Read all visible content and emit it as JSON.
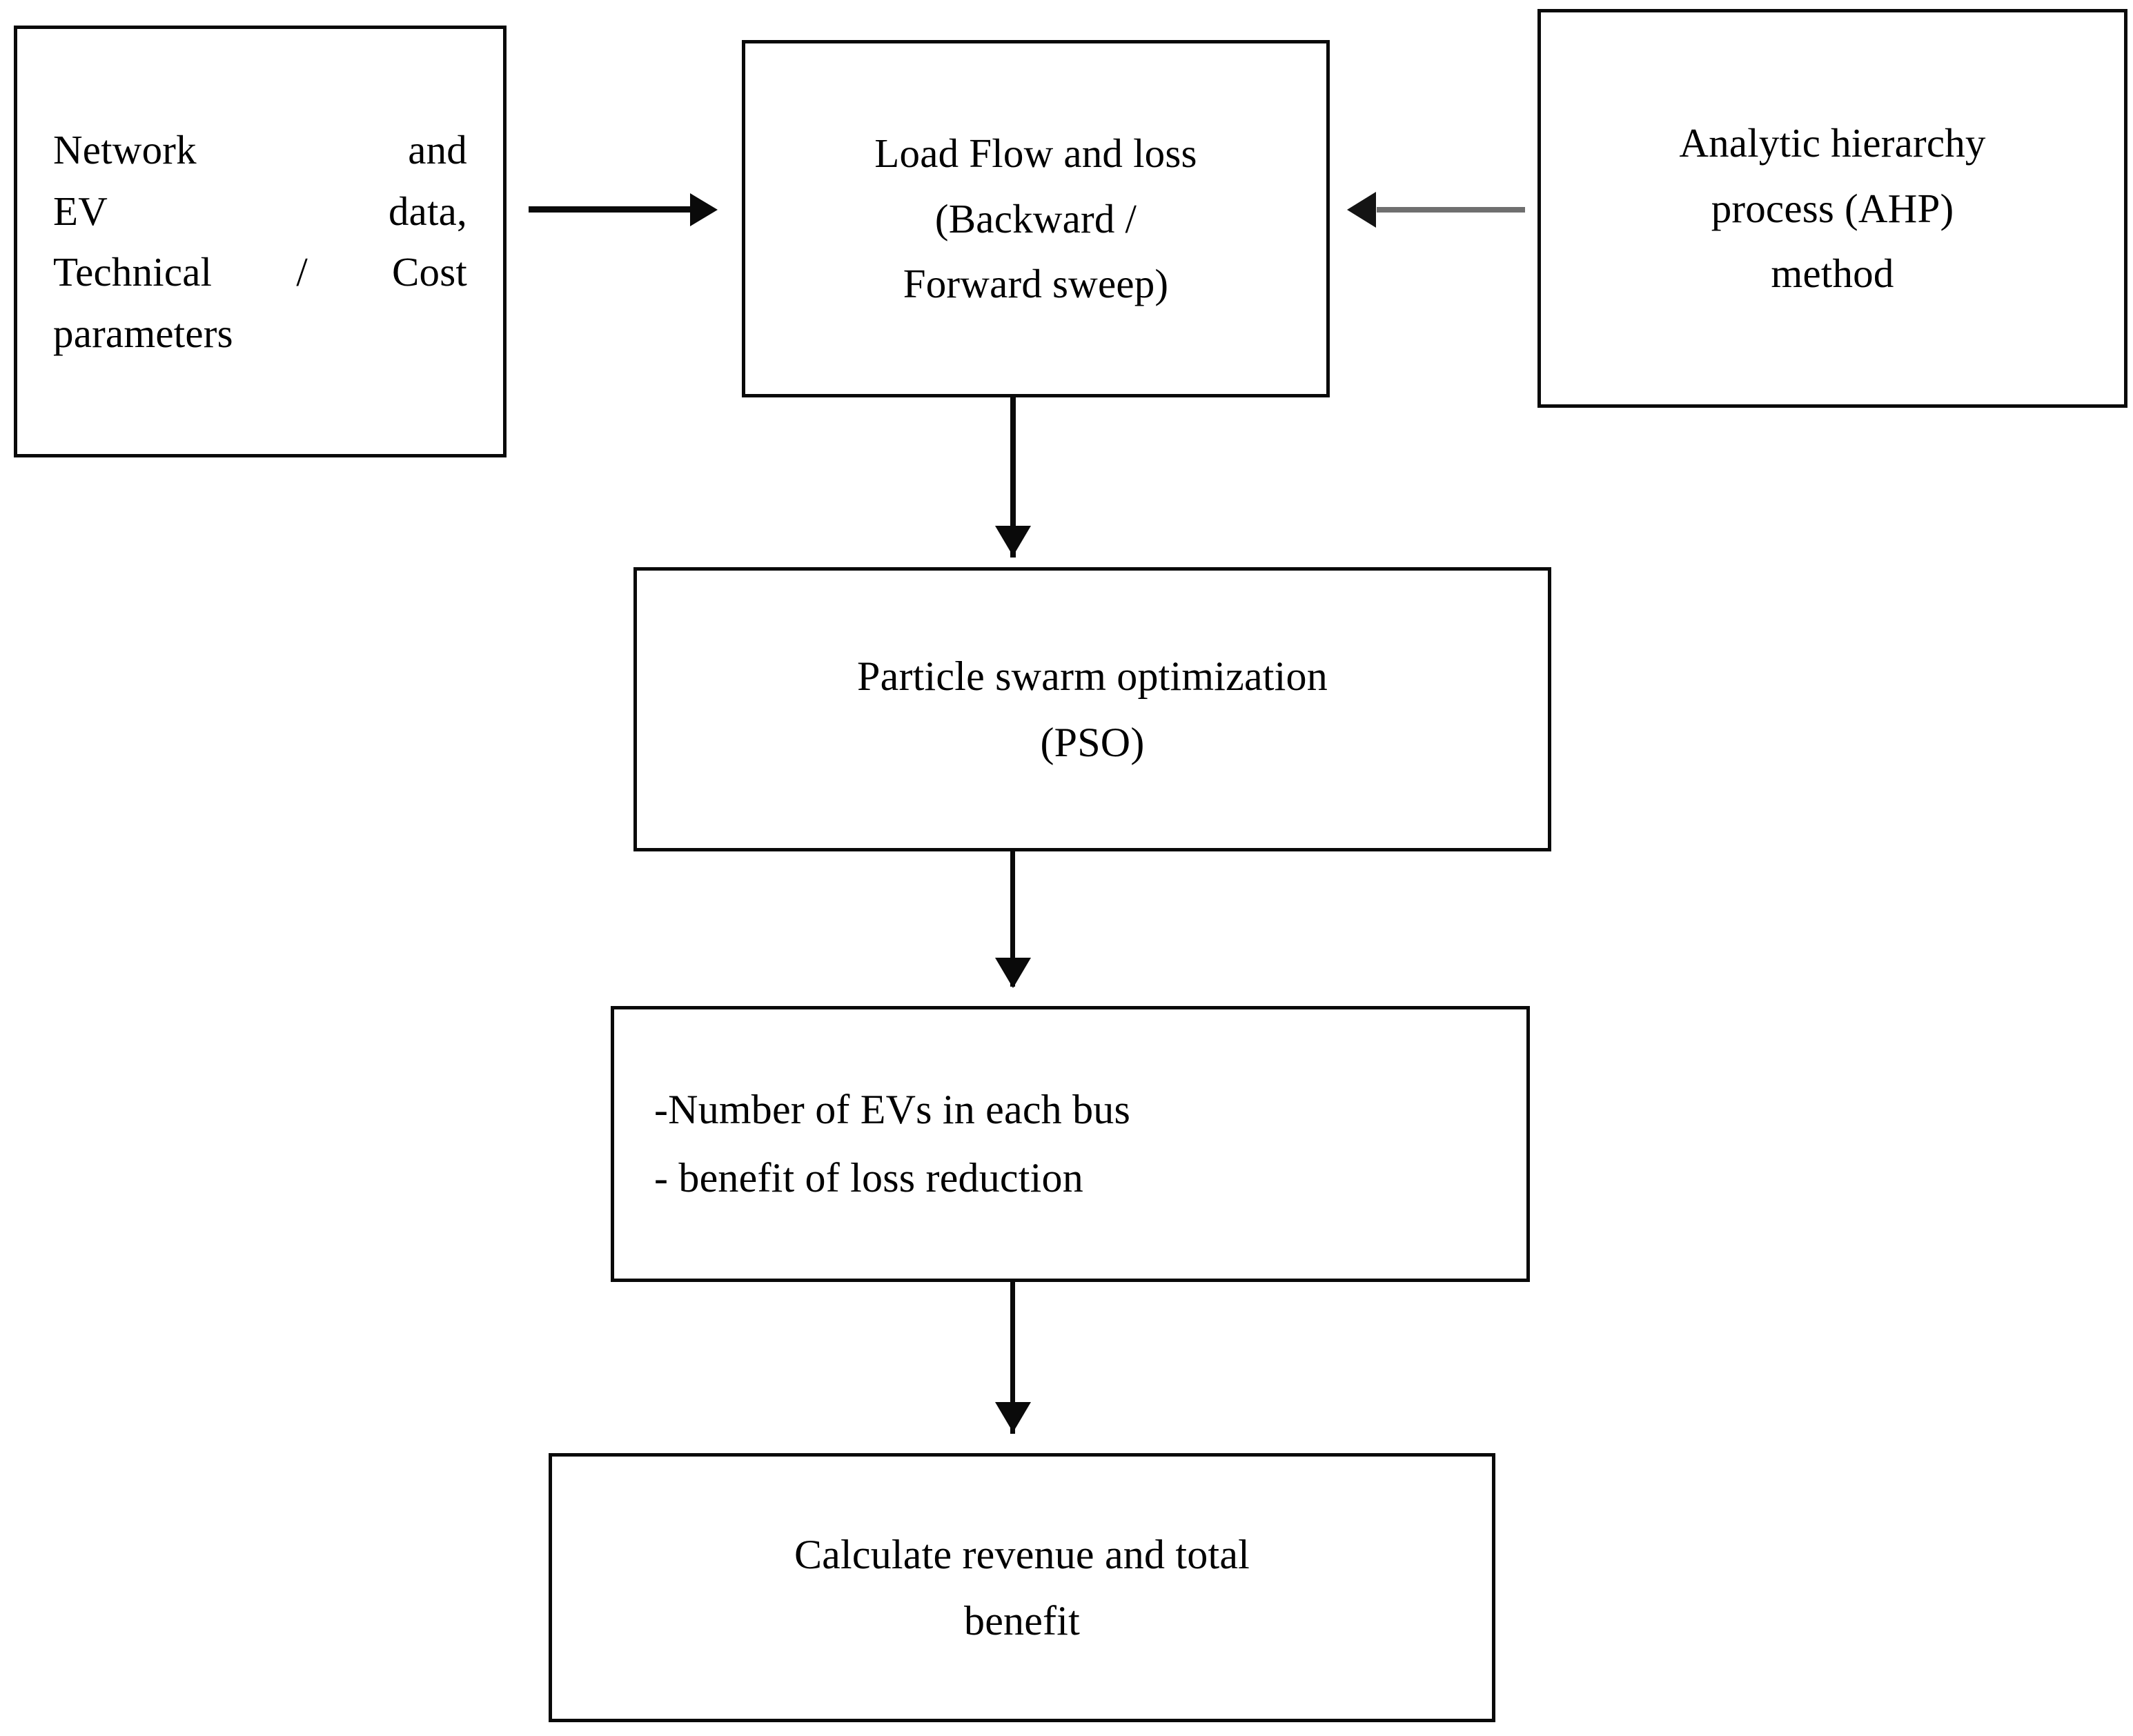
{
  "diagram": {
    "type": "flowchart",
    "title": "EV charging station planning flowchart",
    "orientation": "top-to-bottom with lateral inputs",
    "nodes": [
      {
        "id": "input",
        "name": "input-data-box",
        "shape": "rectangle",
        "align": "justify",
        "lines": [
          "Network      and",
          "EV data,",
          "Technical / Cost",
          "parameters"
        ]
      },
      {
        "id": "loadflow",
        "name": "load-flow-box",
        "shape": "rectangle",
        "align": "center",
        "lines": [
          "Load Flow and loss",
          "(Backward /",
          "Forward sweep)"
        ]
      },
      {
        "id": "ahp",
        "name": "ahp-method-box",
        "shape": "rectangle",
        "align": "center",
        "lines": [
          "Analytic hierarchy",
          "process (AHP)",
          "method"
        ]
      },
      {
        "id": "pso",
        "name": "pso-box",
        "shape": "rectangle",
        "align": "center",
        "lines": [
          "Particle swarm optimization",
          "(PSO)"
        ]
      },
      {
        "id": "results",
        "name": "results-box",
        "shape": "rectangle",
        "align": "left",
        "lines": [
          "-Number of EVs in each bus",
          "- benefit of loss reduction"
        ]
      },
      {
        "id": "final",
        "name": "calculate-benefit-box",
        "shape": "rectangle",
        "align": "center",
        "lines": [
          "Calculate revenue and total",
          "benefit"
        ]
      }
    ],
    "edges": [
      {
        "id": "e1",
        "from": "input",
        "to": "loadflow",
        "direction": "right",
        "style": "solid",
        "color": "#0a0a0a"
      },
      {
        "id": "e2",
        "from": "ahp",
        "to": "loadflow",
        "direction": "left",
        "style": "solid",
        "color": "#6f6f6f"
      },
      {
        "id": "e3",
        "from": "loadflow",
        "to": "pso",
        "direction": "down",
        "style": "solid",
        "color": "#0a0a0a"
      },
      {
        "id": "e4",
        "from": "pso",
        "to": "results",
        "direction": "down",
        "style": "solid",
        "color": "#0a0a0a"
      },
      {
        "id": "e5",
        "from": "results",
        "to": "final",
        "direction": "down",
        "style": "solid",
        "color": "#0a0a0a"
      }
    ],
    "colors": {
      "background": "#ffffff",
      "box_border": "#0a0a0a",
      "text": "#000000",
      "arrow_primary": "#0a0a0a",
      "arrow_secondary": "#6f6f6f"
    }
  }
}
